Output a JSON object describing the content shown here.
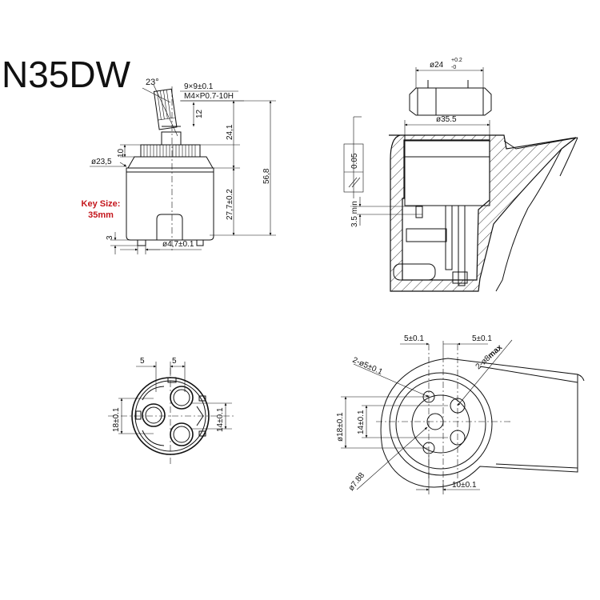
{
  "title": "N35DW",
  "key_size": {
    "line1": "Key Size:",
    "line2": "35mm"
  },
  "side_view": {
    "angle": "23°",
    "spline": "9×9±0.1",
    "thread": "M4×P0.7-10H",
    "dim_12": "12",
    "dim_24_1": "24,1",
    "dim_56_8": "56,8",
    "dim_10": "10",
    "dim_23_5": "ø23,5",
    "dim_27_7": "27,7±0.2",
    "dim_3": "3",
    "dim_4_7": "ø4,7±0.1"
  },
  "section_view": {
    "dim_24": "ø24",
    "dim_24_tol_up": "+0.2",
    "dim_24_tol_low": "-0",
    "dim_35_5": "ø35.5",
    "flatness": "0.05",
    "dim_3_5": "3.5 min"
  },
  "bottom_view": {
    "dim_5a": "5",
    "dim_5b": "5",
    "dim_18": "18±0.1",
    "dim_14": "14±0.1"
  },
  "seat_view": {
    "dim_5a": "5±0.1",
    "dim_5b": "5±0.1",
    "holes_small": "2-ø5±0.1",
    "holes_max_pre": "2-ø8",
    "holes_max_suffix": "max",
    "dim_18": "ø18±0.1",
    "dim_14": "14±0.1",
    "dim_7_88": "ø7.88",
    "dim_10": "10±0.1"
  }
}
